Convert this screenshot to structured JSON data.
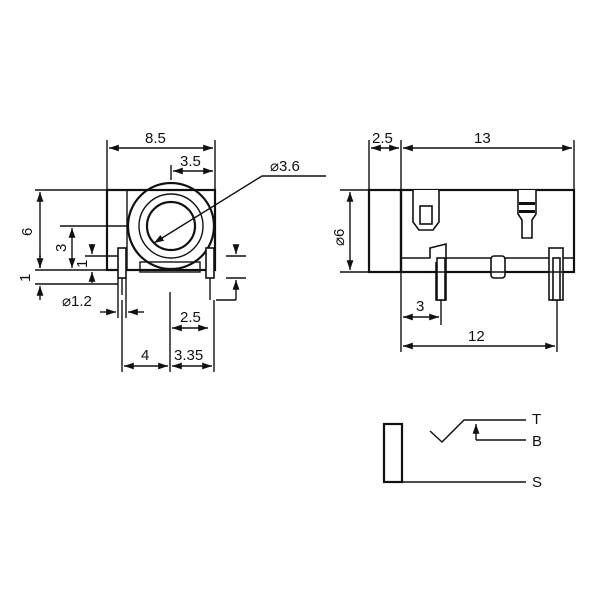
{
  "front_view": {
    "width_label": "8.5",
    "offset_label": "3.5",
    "hole_diameter_label": "⌀3.6",
    "height_label": "6",
    "center_height_label": "3",
    "small_offset_label": "1",
    "base_label": "1",
    "pin_diameter_label": "⌀1.2",
    "pin_spacing_label": "2.5",
    "left_span_label": "4",
    "right_span_label": "3.35"
  },
  "side_view": {
    "nose_length_label": "2.5",
    "body_length_label": "13",
    "barrel_diameter_label": "⌀6",
    "first_pin_label": "3",
    "pin_span_label": "12"
  },
  "schematic": {
    "tip_label": "T",
    "break_label": "B",
    "sleeve_label": "S"
  },
  "style": {
    "line_color": "#111111",
    "background": "#ffffff"
  }
}
